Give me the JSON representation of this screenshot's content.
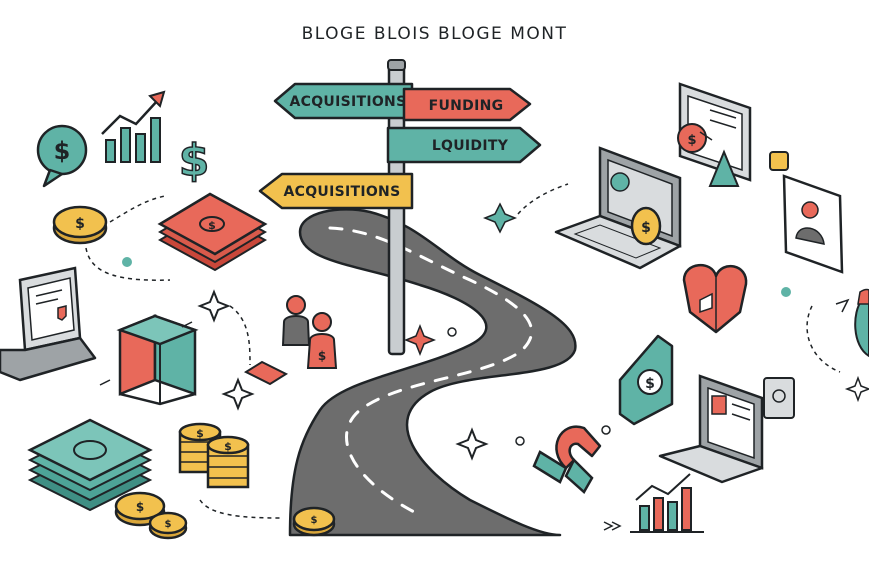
{
  "title": "BLOGE BLOIS BLOGE MONT",
  "signpost": {
    "sign_top_left": "ACQUISITIONS",
    "sign_funding": "FUNDING",
    "sign_liquidity": "LQUIDITY",
    "sign_bottom_left": "ACQUISITIONS"
  },
  "colors": {
    "teal": "#5fb3a6",
    "red": "#e8695a",
    "yellow": "#f2c14e",
    "road": "#6b6b6b",
    "ink": "#1f2326",
    "grey": "#d9dcde"
  },
  "icons": [
    "dollar-speech-bubble-icon",
    "growth-chart-icon",
    "dollar-sign-icon",
    "coin-icon",
    "banknote-stack-icon",
    "laptop-icon",
    "cube-icon",
    "cash-stack-icon",
    "coin-stack-icon",
    "people-icon",
    "monitor-icon",
    "laptop-coin-icon",
    "profile-card-icon",
    "puzzle-heart-icon",
    "dollar-tag-icon",
    "magnet-icon",
    "laptop-profile-icon",
    "bar-chart-icon",
    "sparkle-icon"
  ]
}
